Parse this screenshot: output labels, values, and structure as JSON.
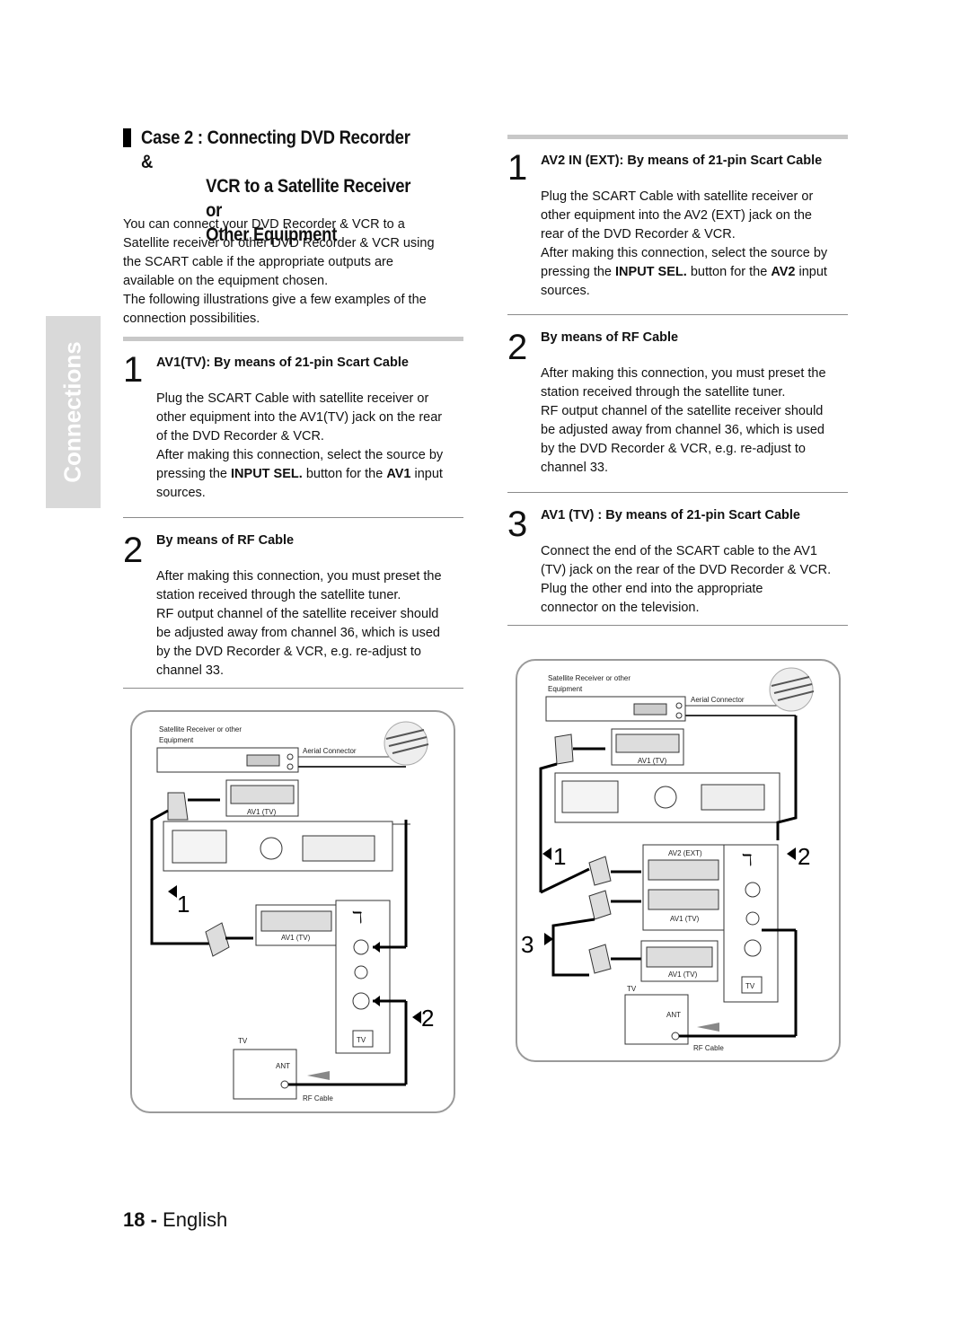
{
  "side_tab": "Connections",
  "case_title": {
    "line1": "Case 2 : Connecting DVD Recorder &",
    "line2": "VCR to a Satellite Receiver or",
    "line3": "Other Equipment"
  },
  "intro": [
    "You can connect your DVD Recorder & VCR to a",
    "Satellite receiver or other DVD Recorder & VCR using",
    "the SCART cable if the appropriate outputs are",
    "available on the equipment chosen.",
    "The following illustrations give a few examples of the",
    "connection possibilities."
  ],
  "left_steps": [
    {
      "num": "1",
      "heading": "AV1(TV): By means of 21-pin Scart Cable",
      "lines": [
        "Plug the SCART Cable with satellite receiver or",
        "other equipment into the AV1(TV) jack on the rear",
        "of the DVD Recorder & VCR.",
        "After making this connection, select the source by"
      ],
      "last_pre": "pressing the ",
      "last_bold1": "INPUT SEL.",
      "last_mid": " button for the ",
      "last_bold2": "AV1",
      "last_post": " input",
      "tail": "sources."
    },
    {
      "num": "2",
      "heading": "By means of RF Cable",
      "lines": [
        "After making this connection, you must preset the",
        "station received through the satellite tuner.",
        "RF output channel of the satellite receiver should",
        "be adjusted away from channel 36, which is used",
        "by the DVD Recorder & VCR, e.g. re-adjust to",
        "channel 33."
      ]
    }
  ],
  "right_steps": [
    {
      "num": "1",
      "heading": "AV2 IN (EXT): By means of 21-pin Scart Cable",
      "lines": [
        "Plug the SCART Cable with satellite receiver or",
        "other equipment into the AV2 (EXT) jack on the",
        "rear of the DVD Recorder & VCR.",
        "After making this connection, select the source by"
      ],
      "last_pre": "pressing the ",
      "last_bold1": "INPUT SEL.",
      "last_mid": " button for the ",
      "last_bold2": "AV2",
      "last_post": " input",
      "tail": "sources."
    },
    {
      "num": "2",
      "heading": "By means of RF Cable",
      "lines": [
        "After making this connection, you must preset the",
        "station received through the satellite tuner.",
        "RF output channel of the satellite receiver should",
        "be adjusted away from channel 36, which is used",
        "by the DVD Recorder & VCR, e.g. re-adjust to",
        "channel 33."
      ]
    },
    {
      "num": "3",
      "heading": "AV1 (TV) : By means of 21-pin Scart Cable",
      "lines": [
        "Connect the end of the SCART cable to the AV1",
        "(TV) jack on the rear of the DVD Recorder & VCR.",
        "Plug the other end into the appropriate",
        "connector on the television."
      ]
    }
  ],
  "diagram_labels": {
    "sat_receiver": "Satellite Receiver or other",
    "equipment": "Equipment",
    "aerial": "Aerial Connector",
    "av1": "AV1 (TV)",
    "av2": "AV2 (EXT)",
    "tv": "TV",
    "ant": "ANT",
    "rf_cable": "RF Cable",
    "marker1": "1",
    "marker2": "2",
    "marker3": "3"
  },
  "footer": {
    "page": "18 -",
    "lang": "English"
  }
}
